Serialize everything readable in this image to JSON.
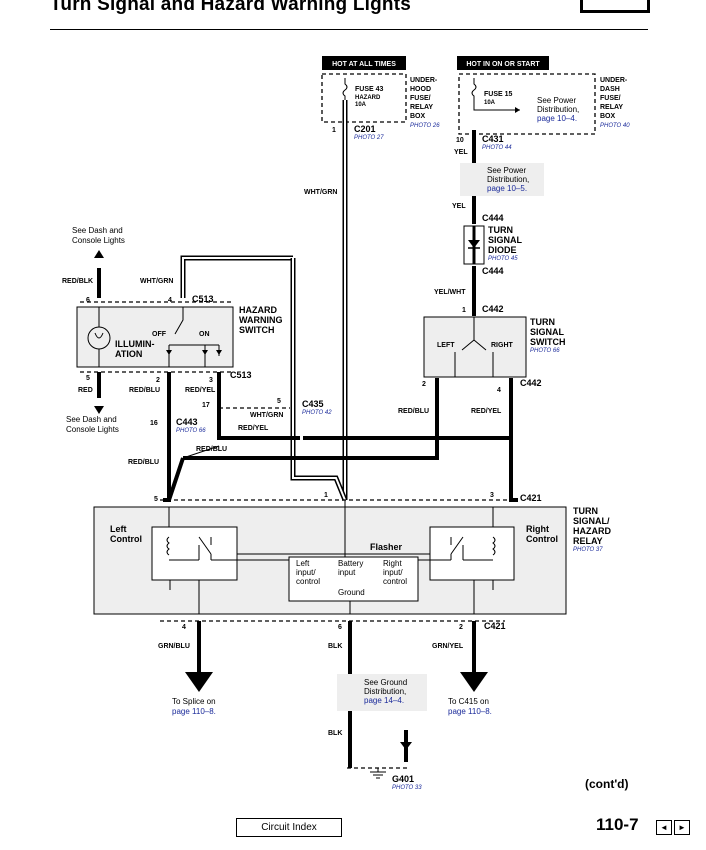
{
  "page": {
    "title": "Turn Signal and Hazard Warning Lights",
    "number": "110-7",
    "contd": "(cont'd)",
    "circuit_index_label": "Circuit Index",
    "nav_prev": "◄",
    "nav_next": "►"
  },
  "power": {
    "left_header": "HOT AT ALL TIMES",
    "right_header": "HOT IN ON OR START",
    "fuse43_name": "FUSE 43",
    "fuse43_sub": "HAZARD",
    "fuse43_amp": "10A",
    "underhood_1": "UNDER-",
    "underhood_2": "HOOD",
    "underhood_3": "FUSE/",
    "underhood_4": "RELAY",
    "underhood_5": "BOX",
    "underhood_photo": "PHOTO 26",
    "fuse15_name": "FUSE 15",
    "fuse15_amp": "10A",
    "fuse15_see_1": "See Power",
    "fuse15_see_2": "Distribution,",
    "fuse15_see_3": "page 10–4.",
    "underdash_1": "UNDER-",
    "underdash_2": "DASH",
    "underdash_3": "FUSE/",
    "underdash_4": "RELAY",
    "underdash_5": "BOX",
    "underdash_photo": "PHOTO 40"
  },
  "connectors": {
    "c201": "C201",
    "c201_pin": "1",
    "c201_photo": "PHOTO 27",
    "c431": "C431",
    "c431_pin": "10",
    "c431_photo": "PHOTO 44",
    "c444_top": "C444",
    "c444_bot": "C444",
    "c442_top": "C442",
    "c442_top_pin": "1",
    "c442_bot": "C442",
    "c442_pin2": "2",
    "c442_pin4": "4",
    "c513_top": "C513",
    "c513_pin6": "6",
    "c513_pin4": "4",
    "c513_bot": "C513",
    "c513_pin5": "5",
    "c513_pin2": "2",
    "c513_pin3": "3",
    "c435": "C435",
    "c435_pin": "5",
    "c435_photo": "PHOTO 42",
    "c443": "C443",
    "c443_pin16": "16",
    "c443_pin17": "17",
    "c443_photo": "PHOTO 66",
    "c421_top": "C421",
    "c421_pin5": "5",
    "c421_pin1": "1",
    "c421_pin3": "3",
    "c421_bot": "C421",
    "c421_pin4": "4",
    "c421_pin6": "6",
    "c421_pin2": "2",
    "g401": "G401",
    "g401_photo": "PHOTO 33"
  },
  "wires": {
    "yel_1": "YEL",
    "yel_2": "YEL",
    "yel_wht": "YEL/WHT",
    "wht_grn_1": "WHT/GRN",
    "wht_grn_2": "WHT/GRN",
    "wht_grn_3": "WHT/GRN",
    "red_blk": "RED/BLK",
    "red": "RED",
    "red_blu_1": "RED/BLU",
    "red_blu_2": "RED/BLU",
    "red_blu_3": "RED/BLU",
    "red_blu_4": "RED/BLU",
    "red_yel_1": "RED/YEL",
    "red_yel_2": "RED/YEL",
    "red_yel_3": "RED/YEL",
    "grn_blu": "GRN/BLU",
    "grn_yel": "GRN/YEL",
    "blk_1": "BLK",
    "blk_2": "BLK"
  },
  "notes": {
    "power_dist_1": "See Power",
    "power_dist_2": "Distribution,",
    "power_dist_3": "page 10–5.",
    "dash_top_1": "See Dash and",
    "dash_top_2": "Console Lights",
    "dash_bot_1": "See Dash and",
    "dash_bot_2": "Console Lights",
    "ground_1": "See Ground",
    "ground_2": "Distribution,",
    "ground_3": "page 14–4.",
    "splice_1": "To Splice on",
    "splice_2": "page 110–8.",
    "c415_1": "To C415 on",
    "c415_2": "page 110–8."
  },
  "components": {
    "diode_1": "TURN",
    "diode_2": "SIGNAL",
    "diode_3": "DIODE",
    "diode_photo": "PHOTO 45",
    "hazard_1": "HAZARD",
    "hazard_2": "WARNING",
    "hazard_3": "SWITCH",
    "illum_1": "ILLUMIN-",
    "illum_2": "ATION",
    "off": "OFF",
    "on": "ON",
    "turnsw_1": "TURN",
    "turnsw_2": "SIGNAL",
    "turnsw_3": "SWITCH",
    "turnsw_photo": "PHOTO 66",
    "left": "LEFT",
    "right": "RIGHT",
    "relay_1": "TURN",
    "relay_2": "SIGNAL/",
    "relay_3": "HAZARD",
    "relay_4": "RELAY",
    "relay_photo": "PHOTO 37",
    "left_control_1": "Left",
    "left_control_2": "Control",
    "right_control_1": "Right",
    "right_control_2": "Control",
    "flasher": "Flasher",
    "left_input_1": "Left",
    "left_input_2": "input/",
    "left_input_3": "control",
    "battery_1": "Battery",
    "battery_2": "input",
    "right_input_1": "Right",
    "right_input_2": "input/",
    "right_input_3": "control",
    "ground": "Ground"
  }
}
